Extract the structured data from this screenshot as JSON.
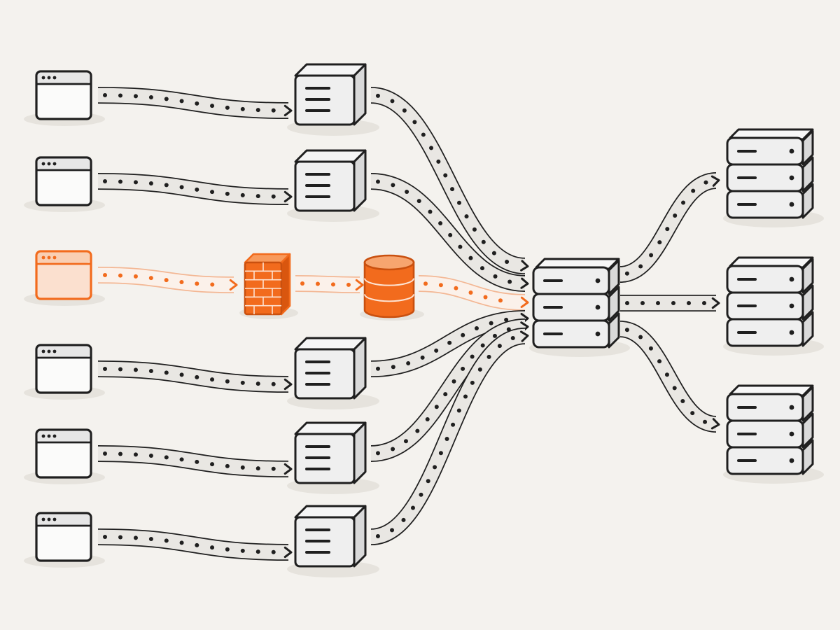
{
  "diagram": {
    "kind": "network-flow",
    "colors": {
      "background": "#f4f2ee",
      "ink": "#1f1f1f",
      "node_fill": "#efefef",
      "node_shade": "#d9d9d9",
      "tube_fill": "#e9e7e3",
      "accent": "#f26b1d",
      "accent_light": "#fbe0cf",
      "shadow": "#e6e3dd"
    },
    "clients": [
      {
        "id": "client-1",
        "kind": "browser-window",
        "highlighted": false
      },
      {
        "id": "client-2",
        "kind": "browser-window",
        "highlighted": false
      },
      {
        "id": "client-3",
        "kind": "browser-window",
        "highlighted": true
      },
      {
        "id": "client-4",
        "kind": "browser-window",
        "highlighted": false
      },
      {
        "id": "client-5",
        "kind": "browser-window",
        "highlighted": false
      },
      {
        "id": "client-6",
        "kind": "browser-window",
        "highlighted": false
      }
    ],
    "edge_servers": [
      {
        "id": "edge-1",
        "kind": "server-box"
      },
      {
        "id": "edge-2",
        "kind": "server-box"
      },
      {
        "id": "edge-4",
        "kind": "server-box"
      },
      {
        "id": "edge-5",
        "kind": "server-box"
      },
      {
        "id": "edge-6",
        "kind": "server-box"
      }
    ],
    "security_path": [
      {
        "id": "firewall",
        "kind": "brick-wall-icon"
      },
      {
        "id": "database",
        "kind": "database-icon"
      }
    ],
    "hub": {
      "id": "central-server",
      "kind": "server-rack",
      "units": 3
    },
    "backends": [
      {
        "id": "backend-1",
        "kind": "server-rack",
        "units": 3
      },
      {
        "id": "backend-2",
        "kind": "server-rack",
        "units": 3
      },
      {
        "id": "backend-3",
        "kind": "server-rack",
        "units": 3
      }
    ],
    "links": [
      {
        "from": "client-1",
        "to": "edge-1",
        "highlighted": false
      },
      {
        "from": "client-2",
        "to": "edge-2",
        "highlighted": false
      },
      {
        "from": "client-3",
        "to": "firewall",
        "highlighted": true
      },
      {
        "from": "firewall",
        "to": "database",
        "highlighted": true
      },
      {
        "from": "database",
        "to": "central-server",
        "highlighted": true
      },
      {
        "from": "client-4",
        "to": "edge-4",
        "highlighted": false
      },
      {
        "from": "client-5",
        "to": "edge-5",
        "highlighted": false
      },
      {
        "from": "client-6",
        "to": "edge-6",
        "highlighted": false
      },
      {
        "from": "edge-1",
        "to": "central-server",
        "highlighted": false
      },
      {
        "from": "edge-2",
        "to": "central-server",
        "highlighted": false
      },
      {
        "from": "edge-4",
        "to": "central-server",
        "highlighted": false
      },
      {
        "from": "edge-5",
        "to": "central-server",
        "highlighted": false
      },
      {
        "from": "edge-6",
        "to": "central-server",
        "highlighted": false
      },
      {
        "from": "central-server",
        "to": "backend-1",
        "highlighted": false
      },
      {
        "from": "central-server",
        "to": "backend-2",
        "highlighted": false
      },
      {
        "from": "central-server",
        "to": "backend-3",
        "highlighted": false
      }
    ]
  }
}
